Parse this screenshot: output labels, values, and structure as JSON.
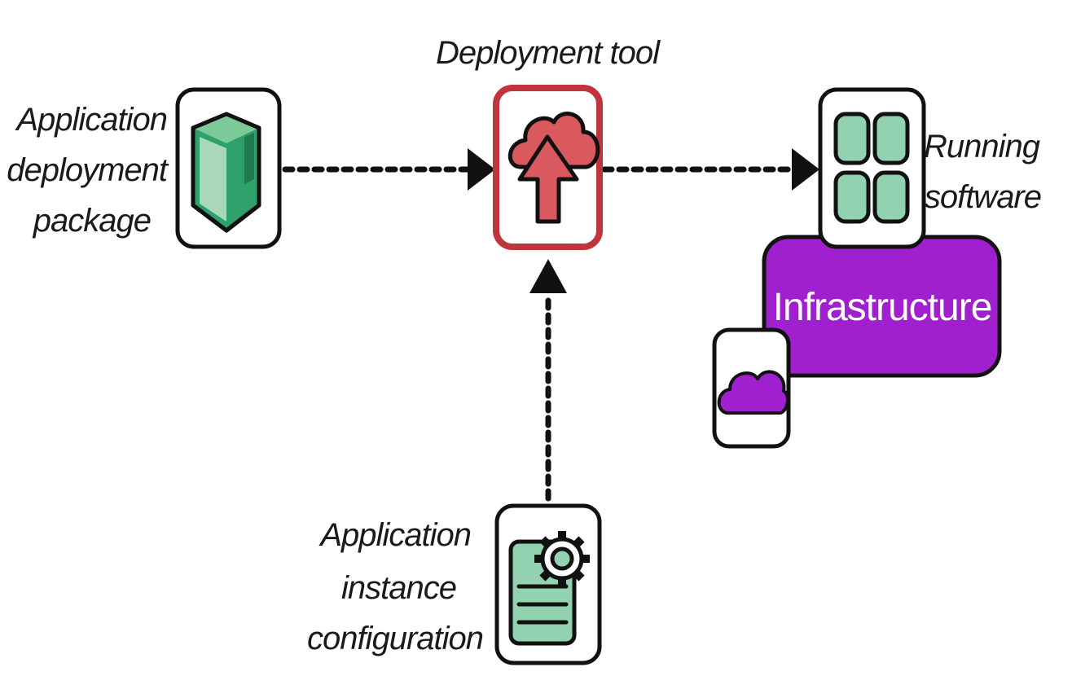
{
  "nodes": {
    "package": {
      "label_lines": [
        "Application",
        "deployment",
        "package"
      ],
      "icon": "package-box-icon"
    },
    "tool": {
      "label": "Deployment tool",
      "icon": "cloud-upload-icon"
    },
    "running": {
      "label_lines": [
        "Running",
        "software"
      ],
      "icon": "running-apps-grid-icon"
    },
    "infrastructure": {
      "label": "Infrastructure",
      "icon": "cloud-icon"
    },
    "config": {
      "label_lines": [
        "Application",
        "instance",
        "configuration"
      ],
      "icon": "config-document-gear-icon"
    }
  },
  "colors": {
    "stroke": "#111111",
    "tool_border": "#c0343c",
    "tool_icon": "#d9595e",
    "package_green": "#2ea06a",
    "package_green_light": "#a8d8b8",
    "tile_green": "#93d2b0",
    "infra_purple": "#a020d0",
    "config_green": "#93d2b0"
  }
}
